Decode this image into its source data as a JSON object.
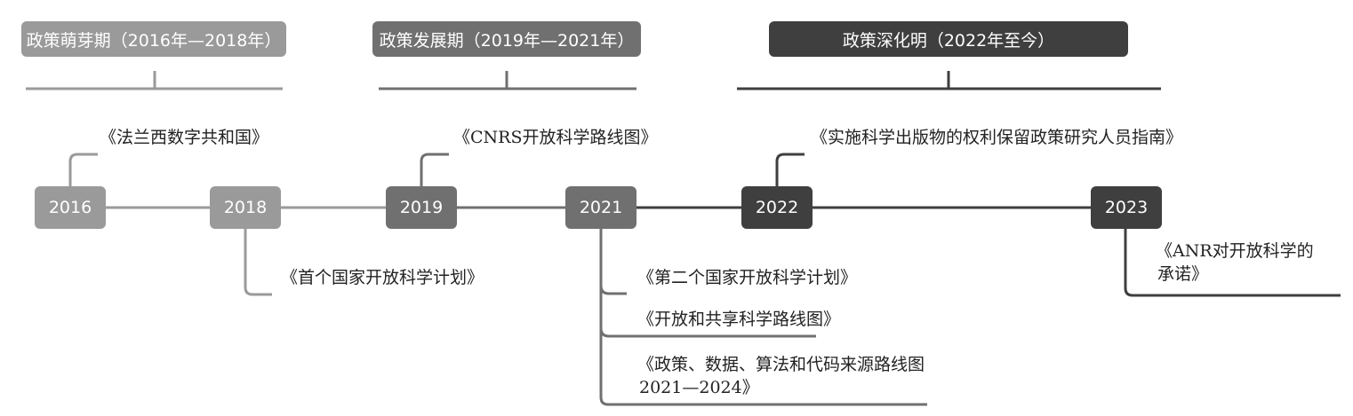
{
  "colors": {
    "light": "#9a9a9a",
    "mid": "#707070",
    "dark": "#3f3f3f"
  },
  "phases": [
    {
      "label": "政策萌芽期（2016年—2018年）",
      "tone": "light"
    },
    {
      "label": "政策发展期（2019年—2021年）",
      "tone": "mid"
    },
    {
      "label": "政策深化明（2022年至今）",
      "tone": "dark"
    }
  ],
  "years": [
    {
      "label": "2016",
      "tone": "light"
    },
    {
      "label": "2018",
      "tone": "light"
    },
    {
      "label": "2019",
      "tone": "mid"
    },
    {
      "label": "2021",
      "tone": "mid"
    },
    {
      "label": "2022",
      "tone": "dark"
    },
    {
      "label": "2023",
      "tone": "dark"
    }
  ],
  "events": [
    {
      "year": "2016",
      "text": "《法兰西数字共和国》"
    },
    {
      "year": "2018",
      "text": "《首个国家开放科学计划》"
    },
    {
      "year": "2019",
      "text": "《CNRS开放科学路线图》"
    },
    {
      "year": "2021",
      "text": "《第二个国家开放科学计划》"
    },
    {
      "year": "2021",
      "text": "《开放和共享科学路线图》"
    },
    {
      "year": "2021",
      "line1": "《政策、数据、算法和代码来源路线图",
      "line2": "2021—2024》"
    },
    {
      "year": "2022",
      "text": "《实施科学出版物的权利保留政策研究人员指南》"
    },
    {
      "year": "2023",
      "line1": "《ANR对开放科学的",
      "line2": "承诺》"
    }
  ]
}
